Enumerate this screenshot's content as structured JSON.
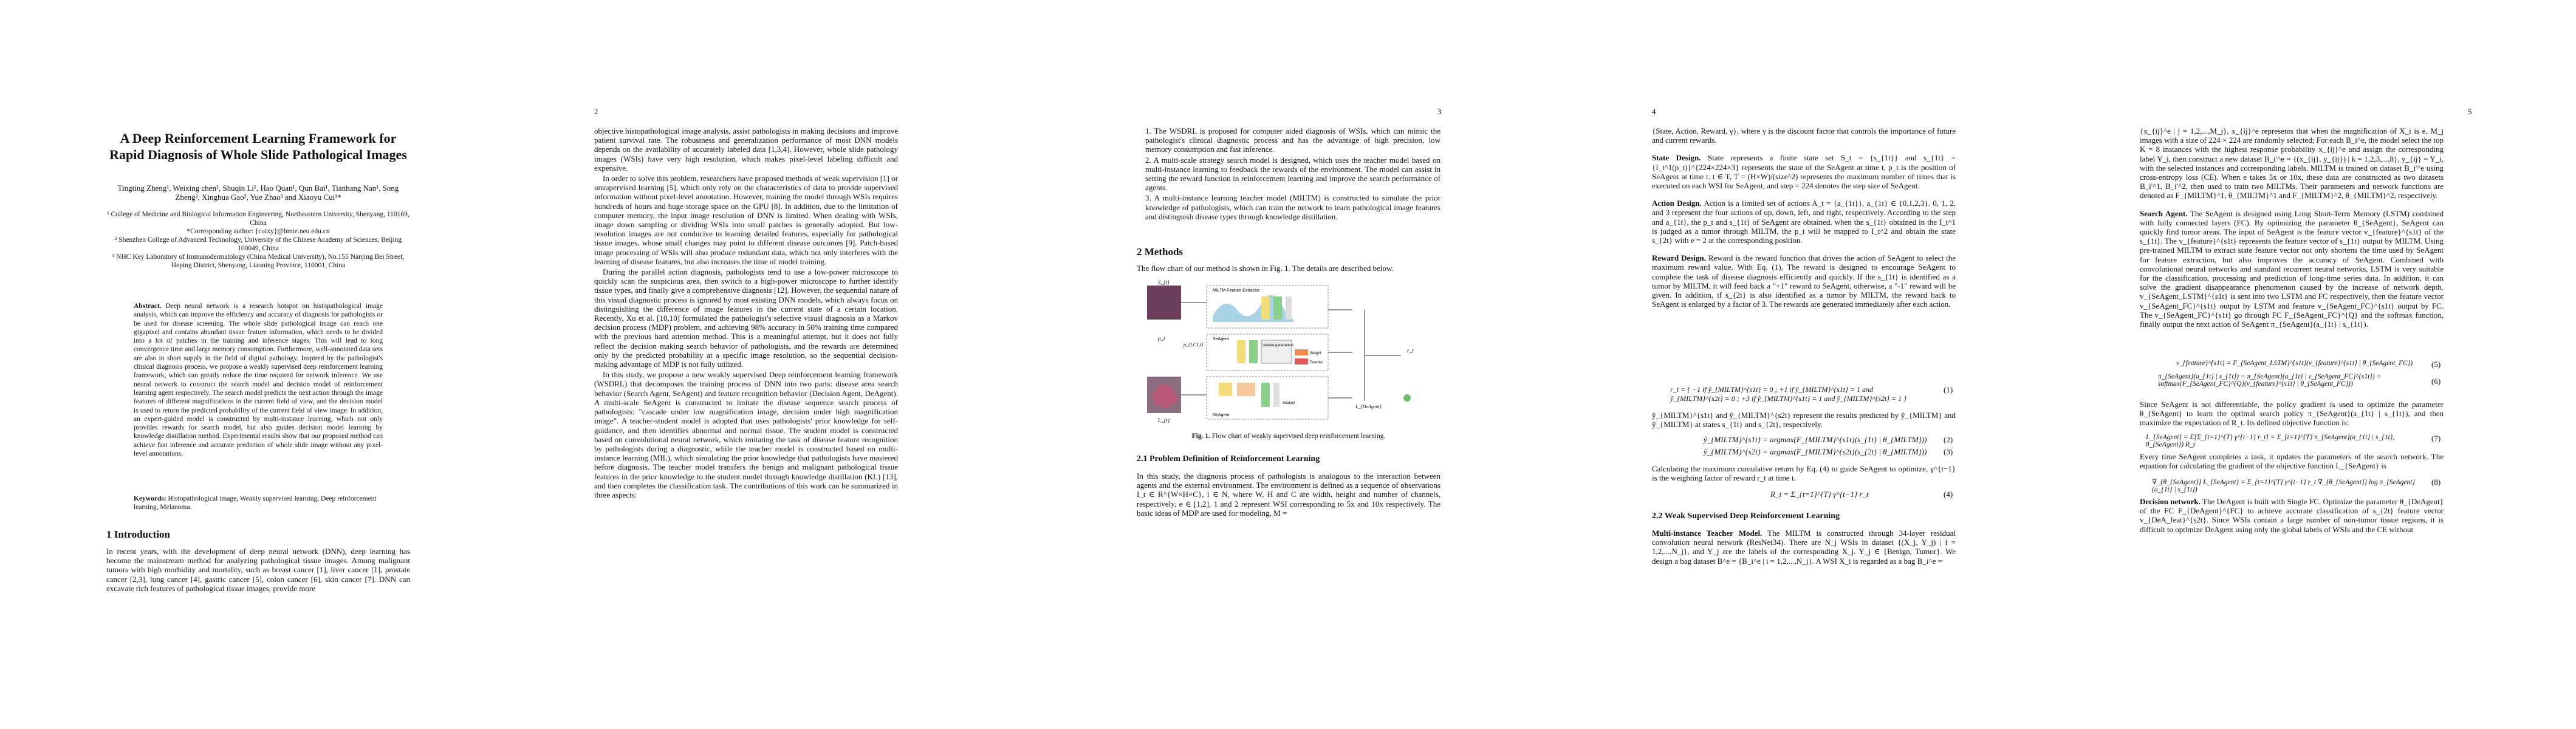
{
  "pages": [
    {
      "number": ""
    },
    {
      "number": "2"
    },
    {
      "number": "3"
    },
    {
      "number": "4"
    },
    {
      "number": "5"
    }
  ],
  "paper": {
    "title": "A Deep Reinforcement Learning Framework for Rapid Diagnosis of Whole Slide Pathological Images",
    "authors": "Tingting Zheng¹, Weixing chen¹, Shuqin Li¹, Hao Quan¹, Qun Bai¹, Tianhang Nan¹, Song Zheng², Xinghua Gao², Yue Zhao³ and Xiaoyu Cui¹*",
    "affiliations": [
      "¹ College of Medicine and Biological Information Engineering, Northeastern University, Shenyang, 110169, China",
      "*Corresponding author: {cuixy}@bmie.neu.edu.cn",
      "² Shenzhen College of Advanced Technology, University of the Chinese Academy of Sciences, Beijing 100049, China",
      "³ NHC Key Laboratory of Immunodermatology (China Medical University), No.155 Nanjing Bei Street, Heping District, Shenyang, Liaoning Province, 110001, China"
    ],
    "abstract_label": "Abstract.",
    "abstract": "Deep neural network is a research hotspot on histopathological image analysis, which can improve the efficiency and accuracy of diagnosis for pathologists or be used for disease screening. The whole slide pathological image can reach one gigapixel and contains abundant tissue feature information, which needs to be divided into a lot of patches in the training and inference stages. This will lead to long convergence time and large memory consumption. Furthermore, well-annotated data sets are also in short supply in the field of digital pathology. Inspired by the pathologist's clinical diagnosis process, we propose a weakly supervised deep reinforcement learning framework, which can greatly reduce the time required for network inference. We use neural network to construct the search model and decision model of reinforcement learning agent respectively. The search model predicts the next action through the image features of different magnifications in the current field of view, and the decision model is used to return the predicted probability of the current field of view image. In addition, an expert-guided model is constructed by multi-instance learning, which not only provides rewards for search model, but also guides decision model learning by knowledge distillation method. Experimental results show that our proposed method can achieve fast inference and accurate prediction of whole slide image without any pixel-level annotations.",
    "keywords_label": "Keywords:",
    "keywords": "Histopathological image, Weakly supervised learning, Deep reinforcement learning, Melanoma.",
    "sec1": "1     Introduction",
    "intro_p1": "In recent years, with the development of deep neural network (DNN), deep learning has become the mainstream method for analyzing pathological tissue images. Among malignant tumors with high morbidity and mortality, such as breast cancer [1], liver cancer [1], prostate cancer [2,3], lung cancer [4], gastric cancer [5], colon cancer [6], skin cancer [7]. DNN can excavate rich features of pathological tissue images, provide more"
  },
  "page2": {
    "p1": "objective histopathological image analysis, assist pathologists in making decisions and improve patient survival rate. The robustness and generalization performance of most DNN models depends on the availability of accurately labeled data [1,3,4]. However, whole slide pathology images (WSIs) have very high resolution, which makes pixel-level labeling difficult and expensive.",
    "p2": "In order to solve this problem, researchers have proposed methods of weak supervision [1] or unsupervised learning [5], which only rely on the characteristics of data to provide supervised information without pixel-level annotation. However, training the model through WSIs requires hundreds of hours and huge storage space on the GPU [8]. In addition, due to the limitation of computer memory, the input image resolution of DNN is limited. When dealing with WSIs, image down sampling or dividing WSIs into small patches is generally adopted. But low-resolution images are not conducive to learning detailed features, especially for pathological tissue images, whose small changes may point to different disease outcomes [9]. Patch-based image processing of WSIs will also produce redundant data, which not only interferes with the learning of disease features, but also increases the time of model training.",
    "p3": "During the parallel action diagnosis, pathologists tend to use a low-power microscope to quickly scan the suspicious area, then switch to a high-power microscope to further identify tissue types, and finally give a comprehensive diagnosis [12]. However, the sequential nature of this visual diagnostic process is ignored by most existing DNN models, which always focus on distinguishing the difference of image features in the current state of a certain location. Recently, Xu et al. [10,10] formulated the pathologist's selective visual diagnosis as a Markov decision process (MDP) problem, and achieving 98% accuracy in 50% training time compared with the previous hard attention method. This is a meaningful attempt, but it does not fully reflect the decision making search behavior of pathologists, and the rewards are determined only by the predicted probability at a specific image resolution, so the sequential decision-making advantage of MDP is not fully utilized.",
    "p4": "In this study, we propose a new weakly supervised Deep reinforcement learning framework (WSDRL) that decomposes the training process of DNN into two parts: disease area search behavior (Search Agent, SeAgent) and feature recognition behavior (Decision Agent, DeAgent). A multi-scale SeAgent is constructed to imitate the disease sequence search process of pathologists: \"cascade under low magnification image, decision under high magnification image\". A teacher-student model is adopted that uses pathologists' prior knowledge for self-guidance, and then identifies abnormal and normal tissue. The student model is constructed based on convolutional neural network, which imitating the task of disease feature recognition by pathologists during a diagnostic, while the teacher model is constructed based on multi-instance learning (MIL), which simulating the prior knowledge that pathologists have mastered before diagnosis. The teacher model transfers the benign and malignant pathological tissue features in the prior knowledge to the student model through knowledge distillation (KL) [13], and then completes the classification task. The contributions of this work can be summarized in three aspects:"
  },
  "page3": {
    "list": [
      "1.  The WSDRL is proposed for computer aided diagnosis of WSIs, which can mimic the pathologist's clinical diagnostic process and has the advantage of high precision, low memory consumption and fast inference.",
      "2.  A multi-scale strategy search model is designed, which uses the teacher model based on multi-instance learning to feedback the rewards of the environment. The model can assist in setting the reward function in reinforcement learning and improve the search performance of agents.",
      "3.  A multi-instance learning teacher model (MILTM) is constructed to simulate the prior knowledge of pathologists, which can train the network to learn pathological image features and distinguish disease types through knowledge distillation."
    ],
    "sec2": "2     Methods",
    "methods_p": "The flow chart of our method is shown in Fig. 1. The details are described below.",
    "figcap_label": "Fig. 1.",
    "figcap": "Flow chart of weakly supervised deep reinforcement learning.",
    "fig_labels": {
      "top_left": "S_{t}",
      "p_t": "p_t",
      "bottom_label": "L_{t}",
      "p_text": "p_{LC1,t}",
      "sea": "SeAgent",
      "dea": "DeAgent",
      "env": "MILTM Feature Extractor",
      "update": "Update parameters",
      "weight": "Weight",
      "teacher": "Teacher",
      "student": "Student",
      "r_t": "r_t",
      "loss": "L_{DeAgent}"
    },
    "sub21": "2.1     Problem Definition of Reinforcement Learning",
    "p21": "In this study, the diagnosis process of pathologists is analogous to the interaction between agents and the external environment. The environment is defined as a sequence of observations I_t ∈ R^{W×H×C}, i ∈ N, where W, H and C are width, height and number of channels, respectively, e ∈ [1,2], 1 and 2 represent WSI corresponding to 5x and 10x respectively. The basic ideas of MDP are used for modeling, M ="
  },
  "page4": {
    "p0": "{State, Action, Reward, γ}, where γ is the discount factor that controls the importance of future and current rewards.",
    "state_label": "State Design.",
    "state": "State represents a finite state set S_t = {s_{1t}} and s_{1t} = {I_t^1(p_t)}^{224×224×3} represents the state of the SeAgent at time t, p_t is the position of SeAgent at time t. t ∈ T, T = (H×W)/(size^2) represents the maximum number of times that is executed on each WSI for SeAgent, and step = 224 denotes the step size of SeAgent.",
    "action_label": "Action Design.",
    "action": "Action is a limited set of actions A_t = {a_{1t}}, a_{1t} ∈ {0,1,2,3}. 0, 1, 2, and 3 represent the four actions of up, down, left, and right, respectively. According to the step and a_{1t}, the p_t and s_{1t} of SeAgent are obtained. when the s_{1t} obtained in the I_t^1 is judged as a tumor through MILTM, the p_t will be mapped to I_t^2 and obtain the state s_{2t} with e = 2 at the corresponding position.",
    "reward_label": "Reward Design.",
    "reward": "Reward is the reward function that drives the action of SeAgent to select the maximum reward value. With Eq. (1), The reward is designed to encourage SeAgent to complete the task of disease diagnosis efficiently and quickly. If the s_{1t} is identified as a tumor by MILTM, it will feed back a \"+1\" reward to SeAgent, otherwise, a \"-1\" reward will be given. In addition, if s_{2t} is also identified as a tumor by MILTM, the reward back to SeAgent is enlarged by a factor of 3. The rewards are generated immediately after each action.",
    "eq1": "r_t = { −1  if ŷ_{MILTM}^{s1t} = 0 ;  +1  if ŷ_{MILTM}^{s1t} = 1 and ŷ_{MILTM}^{s2t} = 0 ;  +3  if ŷ_{MILTM}^{s1t} = 1 and ŷ_{MILTM}^{s2t} = 1 }",
    "eq1_num": "(1)",
    "p_eq1": "ŷ_{MILTM}^{s1t} and ŷ_{MILTM}^{s2t} represent the results predicted by ŷ_{MILTM} and ŷ_{MILTM} at states s_{1t} and s_{2t}, respectively.",
    "eq2": "ŷ_{MILTM}^{s1t} = argmax(F_{MILTM}^{s1t}(s_{1t} | θ_{MILTM}))",
    "eq2_num": "(2)",
    "eq3": "ŷ_{MILTM}^{s2t} = argmax(F_{MILTM}^{s2t}(s_{2t} | θ_{MILTM}))",
    "eq3_num": "(3)",
    "p_eq3": "Calculating the maximum cumulative return by Eq. (4) to guide SeAgent to optimize, γ^{t−1} is the weighting factor of reward r_t at time t.",
    "eq4": "R_t = Σ_{t=1}^{T} γ^{t−1} r_t",
    "eq4_num": "(4)",
    "sub22": "2.2     Weak Supervised Deep Reinforcement Learning",
    "mit_label": "Multi-instance Teacher Model.",
    "mit": "The MILTM is constructed through 34-layer residual convolution neural network (ResNet34). There are N_j WSIs in dataset {(X_j, Y_j) | i = 1,2,...,N_j}, and Y_j are the labels of the corresponding X_j. Y_j ∈ {Benign, Tumor}. We design a bag dataset B^e = {B_i^e | i = 1,2,...,N_j}. A WSI X_i is regarded as a bag B_i^e ="
  },
  "page5": {
    "p0": "{x_{ij}^e | j = 1,2,...,M_j}, x_{ij}^e represents that when the magnification of X_i is e, M_j images with a size of 224 × 224 are randomly selected; For each B_i^e, the model select the top K = 8 instances with the highest response probability x_{ij}^e and assign the corresponding label Y_i, then construct a new dataset B_i'^e = {(x_{ij}, y_{ij}) | k = 1,2,3,...,8}, y_{ij} = Y_i, with the selected instances and corresponding labels. MILTM is trained on dataset B_i'^e using cross-entropy loss (CE). When e takes 5x or 10x, these data are constructed as two datasets B_i'^1, B_i'^2, then used to train two MILTMs. Their parameters and network functions are denoted as F_{MILTM}^1, θ_{MILTM}^1 and F_{MILTM}^2, θ_{MILTM}^2, respectively.",
    "search_label": "Search Agent.",
    "search": "The SeAgent is designed using Long Short-Term Memory (LSTM) combined with fully connected layers (FC). By optimizing the parameter θ_{SeAgent}, SeAgent can quickly find tumor areas. The input of SeAgent is the feature vector v_{feature}^{s1t} of the s_{1t}. The v_{feature}^{s1t} represents the feature vector of s_{1t} output by MILTM. Using pre-trained MILTM to extract state feature vector not only shortens the time used by SeAgent for feature extraction, but also improves the accuracy of SeAgent. Combined with convolutional neural networks and standard recurrent neural networks, LSTM is very suitable for the classification, processing and prediction of long-time series data. In addition, it can solve the gradient disappearance phenomenon caused by the increase of network depth. v_{SeAgent_LSTM}^{s1t} is sent into two LSTM and FC respectively, then the feature vector v_{SeAgent_FC}^{s1t} output by LSTM and feature v_{SeAgent_FC}^{s1t} output by FC. The v_{SeAgent_FC}^{s1t} go through FC F_{SeAgent_FC}^{Q} and the softmax function, finally output the next action of SeAgent π_{SeAgent}(a_{1t} | s_{1t}).",
    "eq5": "v_{feature}^{s1t} = F_{SeAgent_LSTM}^{s1t}(v_{feature}^{s1t} | θ_{SeAgent_FC})",
    "eq5_num": "(5)",
    "eq6": "π_{SeAgent}(a_{1t} | s_{1t}) = π_{SeAgent}(a_{1t} | v_{SeAgent_FC}^{s1t}) = softmax(F_{SeAgent_FC}^{Q}(v_{feature}^{s1t} | θ_{SeAgent_FC}))",
    "eq6_num": "(6)",
    "p_eq6": "Since SeAgent is not differentiable, the policy gradient is used to optimize the parameter θ_{SeAgent} to learn the optimal search policy π_{SeAgent}(a_{1t} | s_{1t}), and then maximize the expectation of R_t. Its defined objective function is:",
    "eq7": "L_{SeAgent} = E[Σ_{t=1}^{T} γ^{t−1} r_t] = Σ_{t=1}^{T} π_{SeAgent}(a_{1t} | s_{1t}, θ_{SeAgent}) R_t",
    "eq7_num": "(7)",
    "p_eq7": "Every time SeAgent completes a task, it updates the parameters of the search network. The equation for calculating the gradient of the objective function L_{SeAgent} is",
    "eq8": "∇_{θ_{SeAgent}} L_{SeAgent} = Σ_{t=1}^{T} γ^{t−1} r_t ∇_{θ_{SeAgent}} log π_{SeAgent}(a_{1t} | s_{1t})",
    "eq8_num": "(8)",
    "dec_label": "Decision network.",
    "dec": "The DeAgent is built with Single FC. Optimize the parameter θ_{DeAgent} of the FC F_{DeAgent}^{FC} to achieve accurate classification of s_{2t} feature vector v_{DeA_feat}^{s2t}. Since WSIs contain a large number of non-tumor tissue regions, it is difficult to optimize DeAgent using only the global labels of WSIs and the CE without"
  }
}
